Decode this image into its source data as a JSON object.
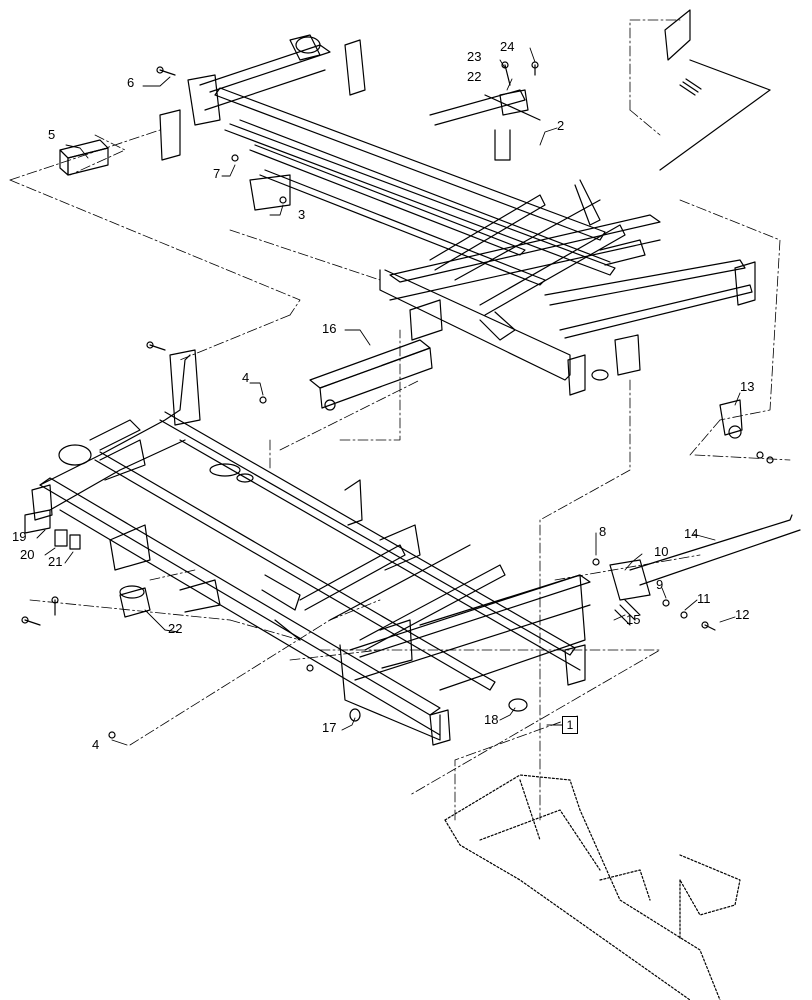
{
  "callouts": {
    "c1": "1",
    "c2": "2",
    "c3": "3",
    "c4a": "4",
    "c4b": "4",
    "c5": "5",
    "c6": "6",
    "c7": "7",
    "c8": "8",
    "c9": "9",
    "c10": "10",
    "c11": "11",
    "c12": "12",
    "c13": "13",
    "c14": "14",
    "c15": "15",
    "c16": "16",
    "c17": "17",
    "c18": "18",
    "c19": "19",
    "c20": "20",
    "c21": "21",
    "c22a": "22",
    "c22b": "22",
    "c23": "23",
    "c24": "24"
  },
  "colors": {
    "line": "#000000",
    "background": "#ffffff"
  }
}
